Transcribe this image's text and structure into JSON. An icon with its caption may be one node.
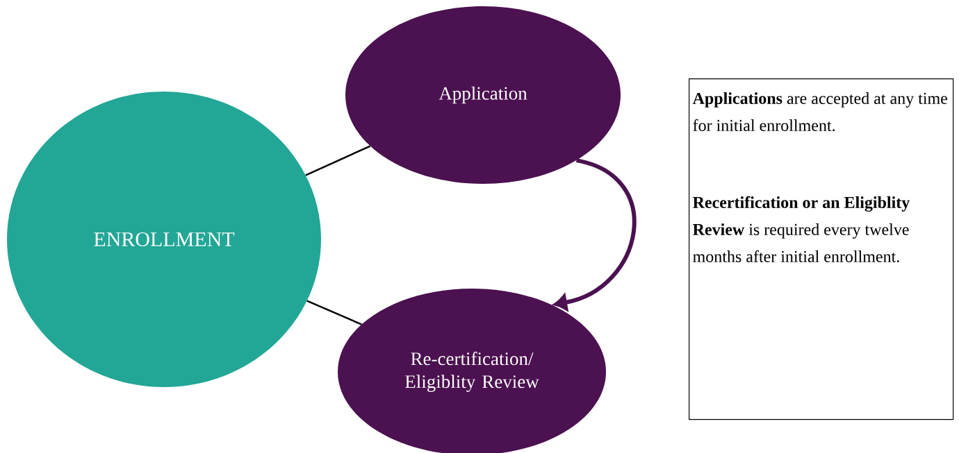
{
  "diagram": {
    "nodes": [
      {
        "text": [
          "ENROLLMENT"
        ]
      },
      {
        "text": [
          "Application"
        ]
      },
      {
        "text": [
          "Re-certification/ Eligiblity Review"
        ]
      },
      {
        "text": [
          "**Applications** are accepted at any time for initial enrollment.",
          "**Recertification or an Eligiblity Review** is required every twelve months after initial enrollment."
        ]
      }
    ],
    "edges": [
      {
        "from": 0,
        "to": 1,
        "arrow": "none"
      },
      {
        "from": 0,
        "to": 2,
        "arrow": "none"
      },
      {
        "from": 1,
        "to": 2,
        "arrow": "to",
        "style": "thick",
        "color": "#4b1150"
      }
    ]
  }
}
